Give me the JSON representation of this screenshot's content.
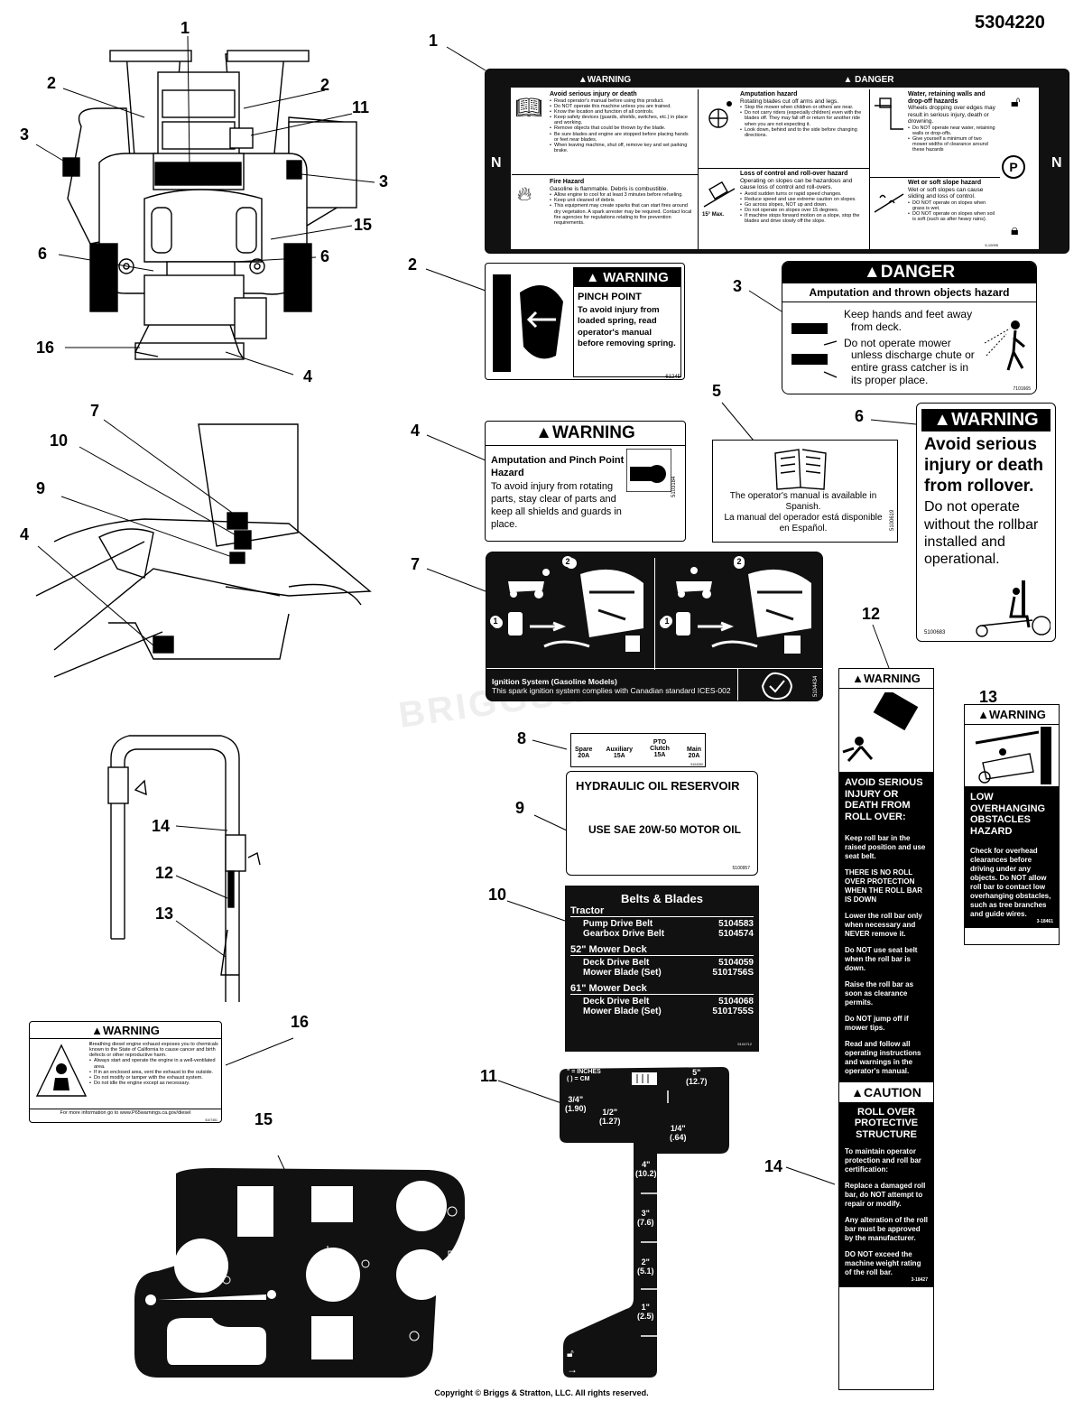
{
  "part_number": "5304220",
  "copyright": "Copyright © Briggs & Stratton, LLC. All rights reserved.",
  "watermark": "BRIGGS&STRATTON",
  "callouts": {
    "c1a": "1",
    "c2a": "2",
    "c2b": "2",
    "c11": "11",
    "c3a": "3",
    "c3b": "3",
    "c15": "15",
    "c6a": "6",
    "c6b": "6",
    "c16a": "16",
    "c4a": "4",
    "c7a": "7",
    "c10a": "10",
    "c9a": "9",
    "c4b": "4",
    "c14a": "14",
    "c12a": "12",
    "c13a": "13",
    "c1": "1",
    "c2": "2",
    "c3": "3",
    "c4": "4",
    "c5": "5",
    "c6": "6",
    "c7": "7",
    "c8": "8",
    "c9": "9",
    "c10": "10",
    "c11b": "11",
    "c12": "12",
    "c13": "13",
    "c14": "14",
    "c15b": "15",
    "c16": "16"
  },
  "label1": {
    "warning": "WARNING",
    "danger": "DANGER",
    "left_letter": "N",
    "right_letter": "N",
    "p_letter": "P",
    "s1_title": "Avoid serious injury or death",
    "s1_items": [
      "Read operator's manual before using this product.",
      "Do NOT operate this machine unless you are trained.",
      "Know the location and function of all controls.",
      "Keep safety devices (guards, shields, switches, etc.) in place and working.",
      "Remove objects that could be thrown by the blade.",
      "Be sure blades and engine are stopped before placing hands or feet near blades.",
      "When leaving machine, shut off, remove key and set parking brake."
    ],
    "s2_title": "Fire Hazard",
    "s2_sub": "Gasoline is flammable. Debris is combustible.",
    "s2_items": [
      "Allow engine to cool for at least 3 minutes before refueling.",
      "Keep unit cleaned of debris",
      "This equipment may create sparks that can start fires around dry vegetation. A spark arrester may be required. Contact local fire agencies for regulations relating to fire prevention requirements."
    ],
    "s3_title": "Amputation hazard",
    "s3_sub": "Rotating blades cut off arms and legs.",
    "s3_items": [
      "Stop the mower when children or others are near.",
      "Do not carry riders (especially children) even with the blades off. They may fall off or return for another ride when you are not expecting it.",
      "Look down, behind and to the side before changing directions."
    ],
    "s4_title": "Loss of control and roll-over hazard",
    "s4_sub": "Operating on slopes can be hazardous and cause loss of control and roll-overs.",
    "s4_items": [
      "Avoid sudden turns or rapid speed changes.",
      "Reduce speed and use extreme caution on slopes.",
      "Go across slopes, NOT up and down.",
      "Do not operate on slopes over 15 degrees.",
      "If machine stops forward motion on a slope, stop the blades and drive slowly off the slope."
    ],
    "s4_max": "15° Max.",
    "s5_title": "Water, retaining walls and drop-off hazards",
    "s5_sub": "Wheels dropping over edges may result in serious injury, death or drowning.",
    "s5_items": [
      "Do NOT operate near water, retaining walls or drop-offs.",
      "Give yourself a minimum of two mower widths of clearance around these hazards"
    ],
    "s6_title": "Wet or soft slope hazard",
    "s6_sub": "Wet or soft slopes can cause sliding and loss of control.",
    "s6_items": [
      "DO NOT operate on slopes when grass is wet.",
      "DO NOT operate on slopes when soil is soft (such as after heavy rains)."
    ],
    "code": "5-10095"
  },
  "label2": {
    "warning": "WARNING",
    "title": "PINCH POINT",
    "body": "To avoid injury from loaded spring, read operator's manual before removing spring.",
    "code": "61245"
  },
  "label3": {
    "danger": "DANGER",
    "title": "Amputation and thrown objects hazard",
    "b1": "Keep hands and feet away from deck.",
    "b2": "Do not operate mower unless discharge chute or entire grass catcher is in its proper place.",
    "code": "7101665"
  },
  "label4": {
    "warning": "WARNING",
    "title": "Amputation and Pinch Point Hazard",
    "body": "To avoid injury from rotating parts, stay clear of parts and keep all shields and guards in place.",
    "code": "5103184"
  },
  "label5": {
    "line1": "The operator's manual is available in Spanish.",
    "line2": "La manual del operador está disponible en Español.",
    "code": "5100619"
  },
  "label6": {
    "warning": "WARNING",
    "title": "Avoid serious injury or death from rollover.",
    "body": "Do not operate without the rollbar installed and operational.",
    "code": "5100683"
  },
  "label7": {
    "step1": "1",
    "step2": "2",
    "footer1": "Ignition System (Gasoline Models)",
    "footer2": "This spark ignition system complies with Canadian standard ICES-002",
    "code": "5104434"
  },
  "label8": {
    "cols": [
      {
        "h": "Spare",
        "v": "20A"
      },
      {
        "h": "Auxiliary",
        "v": "15A"
      },
      {
        "h": "PTO Clutch",
        "v": "15A"
      },
      {
        "h": "Main",
        "v": "20A"
      }
    ],
    "code": "5104260"
  },
  "label9": {
    "title": "HYDRAULIC OIL RESERVOIR",
    "body": "USE SAE 20W-50 MOTOR OIL",
    "code": "5100957"
  },
  "label10": {
    "title": "Belts & Blades",
    "groups": [
      {
        "name": "Tractor",
        "rows": [
          {
            "item": "Pump Drive Belt",
            "pn": "5104583"
          },
          {
            "item": "Gearbox Drive Belt",
            "pn": "5104574"
          }
        ]
      },
      {
        "name": "52\" Mower Deck",
        "rows": [
          {
            "item": "Deck Drive Belt",
            "pn": "5104059"
          },
          {
            "item": "Mower Blade (Set)",
            "pn": "5101756S"
          }
        ]
      },
      {
        "name": "61\" Mower Deck",
        "rows": [
          {
            "item": "Deck Drive Belt",
            "pn": "5104068"
          },
          {
            "item": "Mower Blade (Set)",
            "pn": "5101755S"
          }
        ]
      }
    ],
    "code": "5104712"
  },
  "label11": {
    "legend1": "\" = INCHES",
    "legend2": "( ) = CM",
    "marks": [
      {
        "in": "5\"",
        "cm": "(12.7)"
      },
      {
        "in": "3/4\"",
        "cm": "(1.90)"
      },
      {
        "in": "1/2\"",
        "cm": "(1.27)"
      },
      {
        "in": "1/4\"",
        "cm": "(.64)"
      },
      {
        "in": "4\"",
        "cm": "(10.2)"
      },
      {
        "in": "3\"",
        "cm": "(7.6)"
      },
      {
        "in": "2\"",
        "cm": "(5.1)"
      },
      {
        "in": "1\"",
        "cm": "(2.5)"
      }
    ]
  },
  "label12": {
    "warning": "WARNING",
    "heading": "AVOID SERIOUS INJURY OR DEATH FROM ROLL OVER:",
    "paras": [
      "Keep roll bar in the raised position and use seat belt.",
      "THERE IS NO ROLL OVER PROTECTION WHEN THE ROLL BAR IS DOWN",
      "Lower the roll bar only when necessary and NEVER remove it.",
      "Do NOT use seat belt when the roll bar is down.",
      "Raise the roll bar as soon as clearance permits.",
      "Do NOT jump off if mower tips.",
      "Read and follow all operating instructions and warnings in the operator's manual."
    ],
    "caution": "CAUTION",
    "caution_heading": "ROLL OVER PROTECTIVE STRUCTURE",
    "paras2": [
      "To maintain operator protection and roll bar certification:",
      "Replace a damaged roll bar, do NOT attempt to repair or modify.",
      "Any alteration of the roll bar must be approved by the manufacturer.",
      "DO NOT exceed the machine weight rating of the roll bar."
    ],
    "code": "3-18427"
  },
  "label13": {
    "warning": "WARNING",
    "heading": "LOW OVERHANGING OBSTACLES HAZARD",
    "body": "Check for overhead clearances before driving under any objects.  Do NOT allow roll bar to contact low overhanging obstacles, such as tree branches and guide wires.",
    "code": "3-18461"
  },
  "label16": {
    "warning": "WARNING",
    "items": [
      "Breathing diesel engine exhaust exposes you to chemicals known to the State of California to cause cancer and birth defects or other reproductive harm.",
      "Always start and operate the engine in a well-ventilated area.",
      "If in an enclosed area, vent the exhaust to the outside.",
      "Do not modify or tamper with the exhaust system.",
      "Do not idle the engine except as necessary."
    ],
    "footer": "For more information go to www.P65warnings.ca.gov/diesel",
    "code": "5107451"
  }
}
